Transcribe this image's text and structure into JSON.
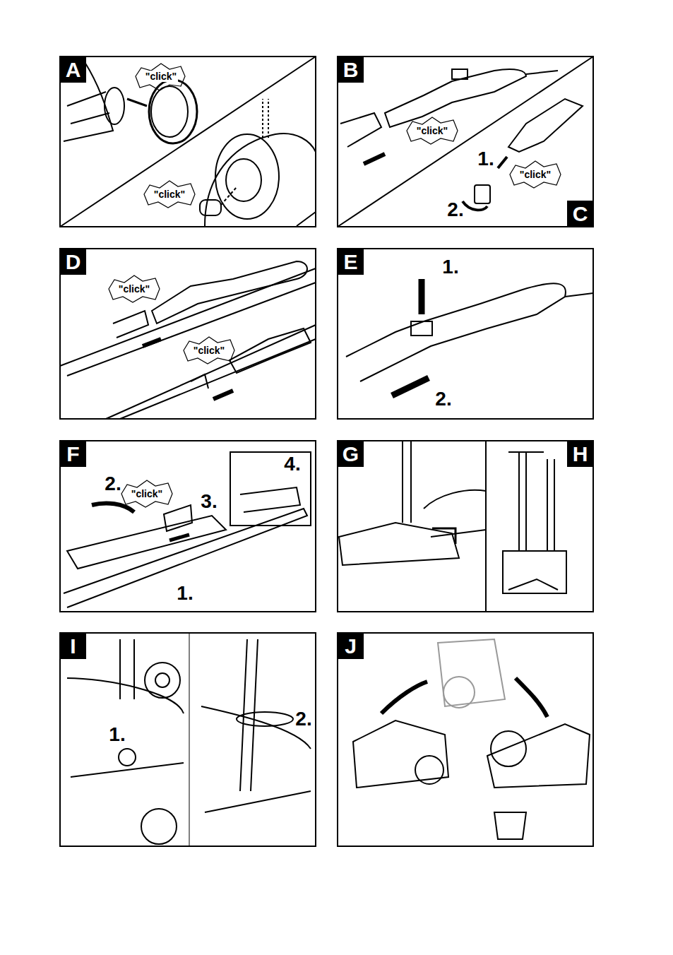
{
  "diagram": {
    "nodes": [
      {
        "text": [
          "A"
        ]
      },
      {
        "text": [
          "B"
        ]
      },
      {
        "text": [
          "C"
        ]
      },
      {
        "text": [
          "D"
        ]
      },
      {
        "text": [
          "E"
        ]
      },
      {
        "text": [
          "F"
        ]
      },
      {
        "text": [
          "G"
        ]
      },
      {
        "text": [
          "H"
        ]
      },
      {
        "text": [
          "I"
        ]
      },
      {
        "text": [
          "J"
        ]
      }
    ],
    "labels": [
      "\"click\"",
      "\"click\"",
      "\"click\"",
      "1.",
      "\"click\"",
      "2.",
      "\"click\"",
      "\"click\"",
      "1.",
      "2.",
      "2.",
      "\"click\"",
      "3.",
      "4.",
      "1.",
      "1.",
      "2."
    ]
  }
}
